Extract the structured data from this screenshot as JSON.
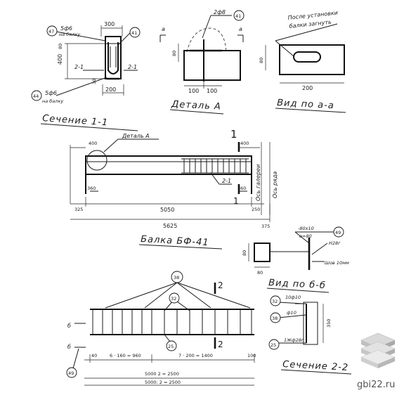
{
  "titles": {
    "section_1_1": "Сечение 1-1",
    "detail_a": "Деталь А",
    "view_a_a": "Вид по а-а",
    "beam": "Балка БФ-41",
    "view_b_b": "Вид по б-б",
    "section_2_2": "Сечение 2-2"
  },
  "section_1_1": {
    "label_top": "5ф6",
    "label_top_sub": "на балку",
    "label_bottom": "5ф6",
    "label_bottom_sub": "на балку",
    "dim_300": "300",
    "dim_400": "400",
    "dim_80": "80",
    "dim_200": "200",
    "dim_30": "30",
    "cut_left": "2-1",
    "cut_right": "2-1",
    "pos_47": "47",
    "pos_41": "41",
    "pos_44": "44"
  },
  "detail_a": {
    "rebar": "2ф8",
    "pos": "41",
    "letter_left": "а",
    "letter_right": "а",
    "dim_80": "80",
    "dim_100_left": "100",
    "dim_100_right": "100"
  },
  "view_a_a": {
    "note_line1": "После установки",
    "note_line2": "балки загнуть",
    "dim_80": "80",
    "dim_200": "200"
  },
  "beam": {
    "mark_1_top": "1",
    "mark_1_bottom": "1",
    "detail_label": "Деталь А",
    "dim_400_left": "400",
    "dim_400_right": "400",
    "dim_360_left": "360",
    "dim_360_right": "360",
    "dim_325": "325",
    "dim_5050": "5050",
    "dim_250": "250",
    "dim_5625": "5625",
    "dim_375": "375",
    "axis_gallery": "Ось галереи",
    "axis_row": "Ось ряда",
    "cut_label": "2-1"
  },
  "view_b_b": {
    "plate": "-80х10",
    "plate_len": "е=80",
    "pos": "49",
    "weld1": "Н28г",
    "weld2": "Шов 10мм",
    "dim_80_v": "80",
    "dim_80_h": "80"
  },
  "frame": {
    "pos_38": "38",
    "pos_32": "32",
    "pos_25": "25",
    "pos_49": "49",
    "mark_2_top": "2",
    "mark_2_bottom": "2",
    "mark_b_top": "б",
    "mark_b_bottom": "б",
    "dim_40": "40",
    "dim_6x160": "6 · 160 = 960",
    "dim_7x200": "7 · 200 = 1400",
    "dim_100": "100",
    "dim_5000": "5000 2 = 2500",
    "dim_5000b": "5000: 2 = 2500"
  },
  "section_2_2": {
    "pos_32": "32",
    "pos_38": "38",
    "pos_25": "25",
    "rebar_top": "10ф10",
    "rebar_mid": "ф10",
    "rebar_bot": "1Жф28г",
    "dim_350": "350"
  },
  "watermark": {
    "site": "gbi22.ru"
  }
}
